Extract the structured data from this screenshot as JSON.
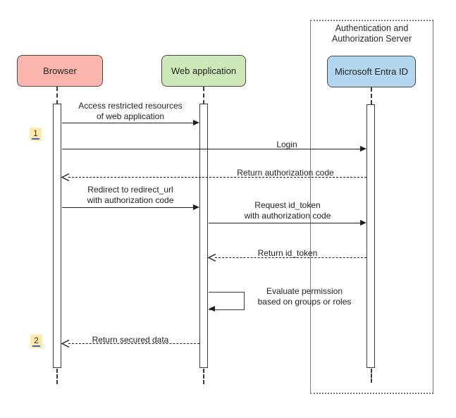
{
  "diagram": {
    "type": "sequence-diagram",
    "container": {
      "title": "Authentication and\nAuthorization Server"
    },
    "actors": [
      {
        "id": "browser",
        "label": "Browser",
        "fill": "#fcb5ad"
      },
      {
        "id": "web-application",
        "label": "Web application",
        "fill": "#cfe8ba"
      },
      {
        "id": "entra-id",
        "label": "Microsoft Entra ID",
        "fill": "#b3d7ee"
      }
    ],
    "badges": [
      {
        "label": "1"
      },
      {
        "label": "2"
      }
    ],
    "messages": {
      "access_restricted": {
        "label": "Access restricted resources\nof web application",
        "style": "solid",
        "from": "browser",
        "to": "web-application"
      },
      "login": {
        "label": "Login",
        "style": "solid",
        "from": "browser",
        "to": "entra-id"
      },
      "return_auth_code": {
        "label": "Return authorization code",
        "style": "dashed",
        "from": "entra-id",
        "to": "browser"
      },
      "redirect": {
        "label": "Redirect to redirect_url\nwith authorization code",
        "style": "solid",
        "from": "browser",
        "to": "web-application"
      },
      "request_id_token": {
        "label": "Request id_token\nwith authorization code",
        "style": "solid",
        "from": "web-application",
        "to": "entra-id"
      },
      "return_id_token": {
        "label": "Return id_token",
        "style": "dashed",
        "from": "entra-id",
        "to": "web-application"
      },
      "evaluate_permission": {
        "label": "Evaluate permission\nbased on groups or roles",
        "style": "self",
        "from": "web-application",
        "to": "web-application"
      },
      "return_secured_data": {
        "label": "Return secured data",
        "style": "dashed",
        "from": "web-application",
        "to": "browser"
      }
    },
    "colors": {
      "badge_fill": "#ffe9a8",
      "badge_underline": "#3a66c4",
      "line": "#1f1f1f",
      "container_border": "#7a7a7a"
    }
  }
}
